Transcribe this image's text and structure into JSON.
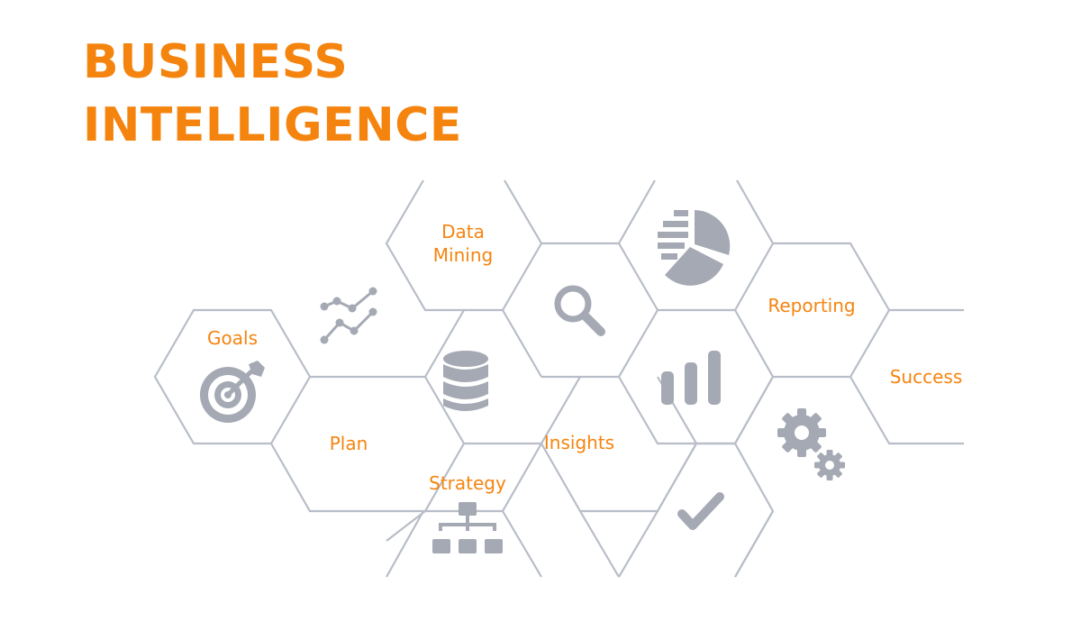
{
  "title": {
    "line1": "BUSINESS",
    "line2": "INTELLIGENCE"
  },
  "cells": {
    "data_mining": {
      "line1": "Data",
      "line2": "Mining"
    },
    "reporting": "Reporting",
    "goals": "Goals",
    "success": "Success",
    "plan": "Plan",
    "insights": "Insights",
    "strategy": "Strategy"
  },
  "icons": [
    "trend-lines-icon",
    "search-icon",
    "pie-chart-icon",
    "target-icon",
    "database-icon",
    "bar-chart-icon",
    "gears-icon",
    "org-chart-icon",
    "checkmark-icon"
  ],
  "colors": {
    "accent": "#f5840f",
    "line": "#b8bdc8",
    "icon": "#a4a9b3"
  }
}
